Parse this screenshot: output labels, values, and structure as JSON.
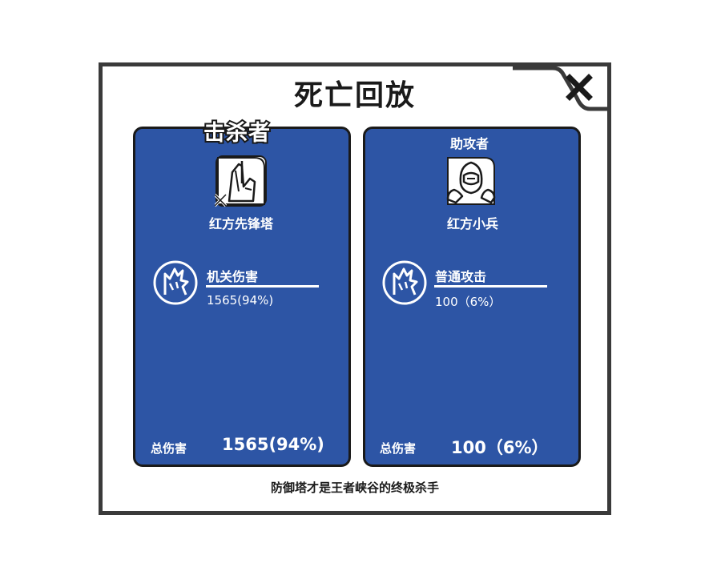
{
  "dialog": {
    "title": "死亡回放",
    "close_label": "✕",
    "footer": "防御塔才是王者峡谷的终极杀手"
  },
  "killer": {
    "role": "击杀者",
    "name": "红方先锋塔",
    "portrait_icon": "defense-tower-icon",
    "damage_type_icon": "crack-damage-icon",
    "damage_type": "机关伤害",
    "damage_value": "1565(94%)",
    "damage_percent": 94,
    "total_label": "总伤害",
    "total_value": "1565(94%)"
  },
  "assist": {
    "role": "助攻者",
    "name": "红方小兵",
    "portrait_icon": "minion-icon",
    "damage_type_icon": "crack-damage-icon",
    "damage_type": "普通攻击",
    "damage_value": "100（6%）",
    "damage_percent": 6,
    "total_label": "总伤害",
    "total_value": "100（6%）"
  },
  "colors": {
    "card_bg": "#2d55a5",
    "border": "#1a1a1a",
    "text_light": "#ffffff"
  }
}
